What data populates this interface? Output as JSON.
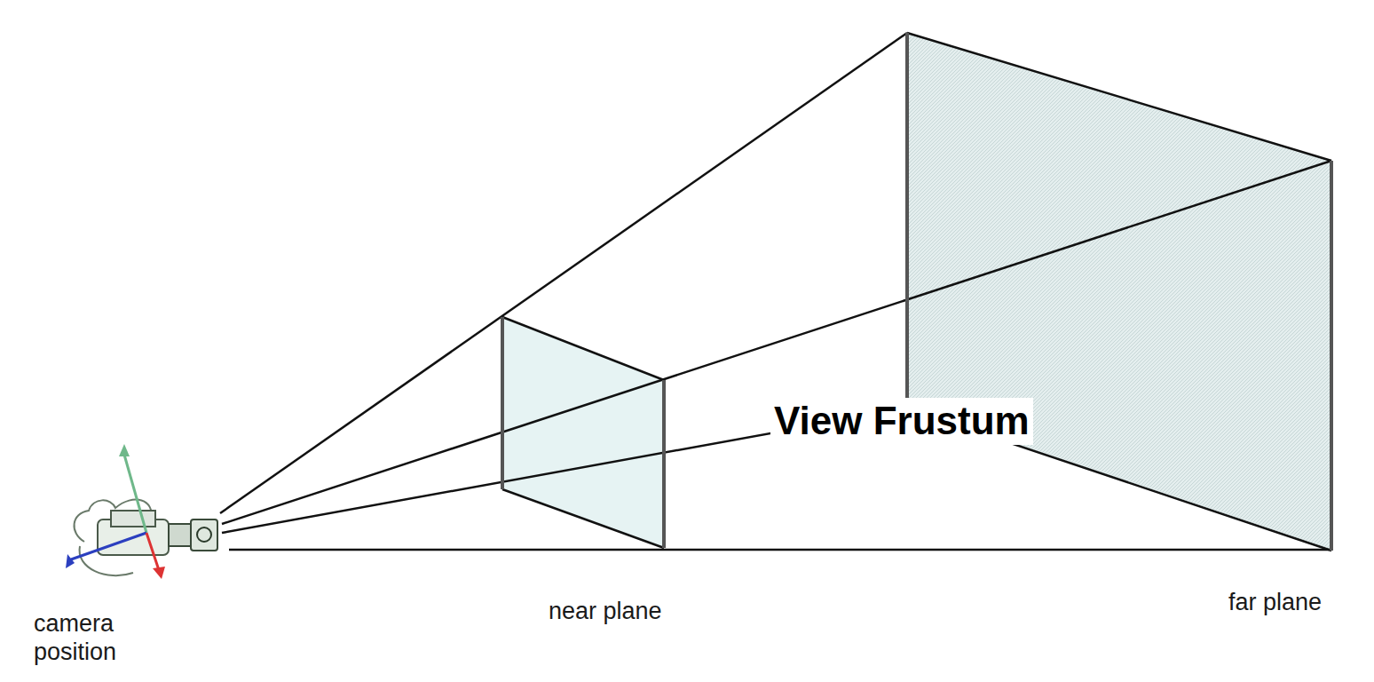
{
  "diagram": {
    "labels": [
      "View Frustum",
      "camera position",
      "near plane",
      "far plane"
    ]
  }
}
